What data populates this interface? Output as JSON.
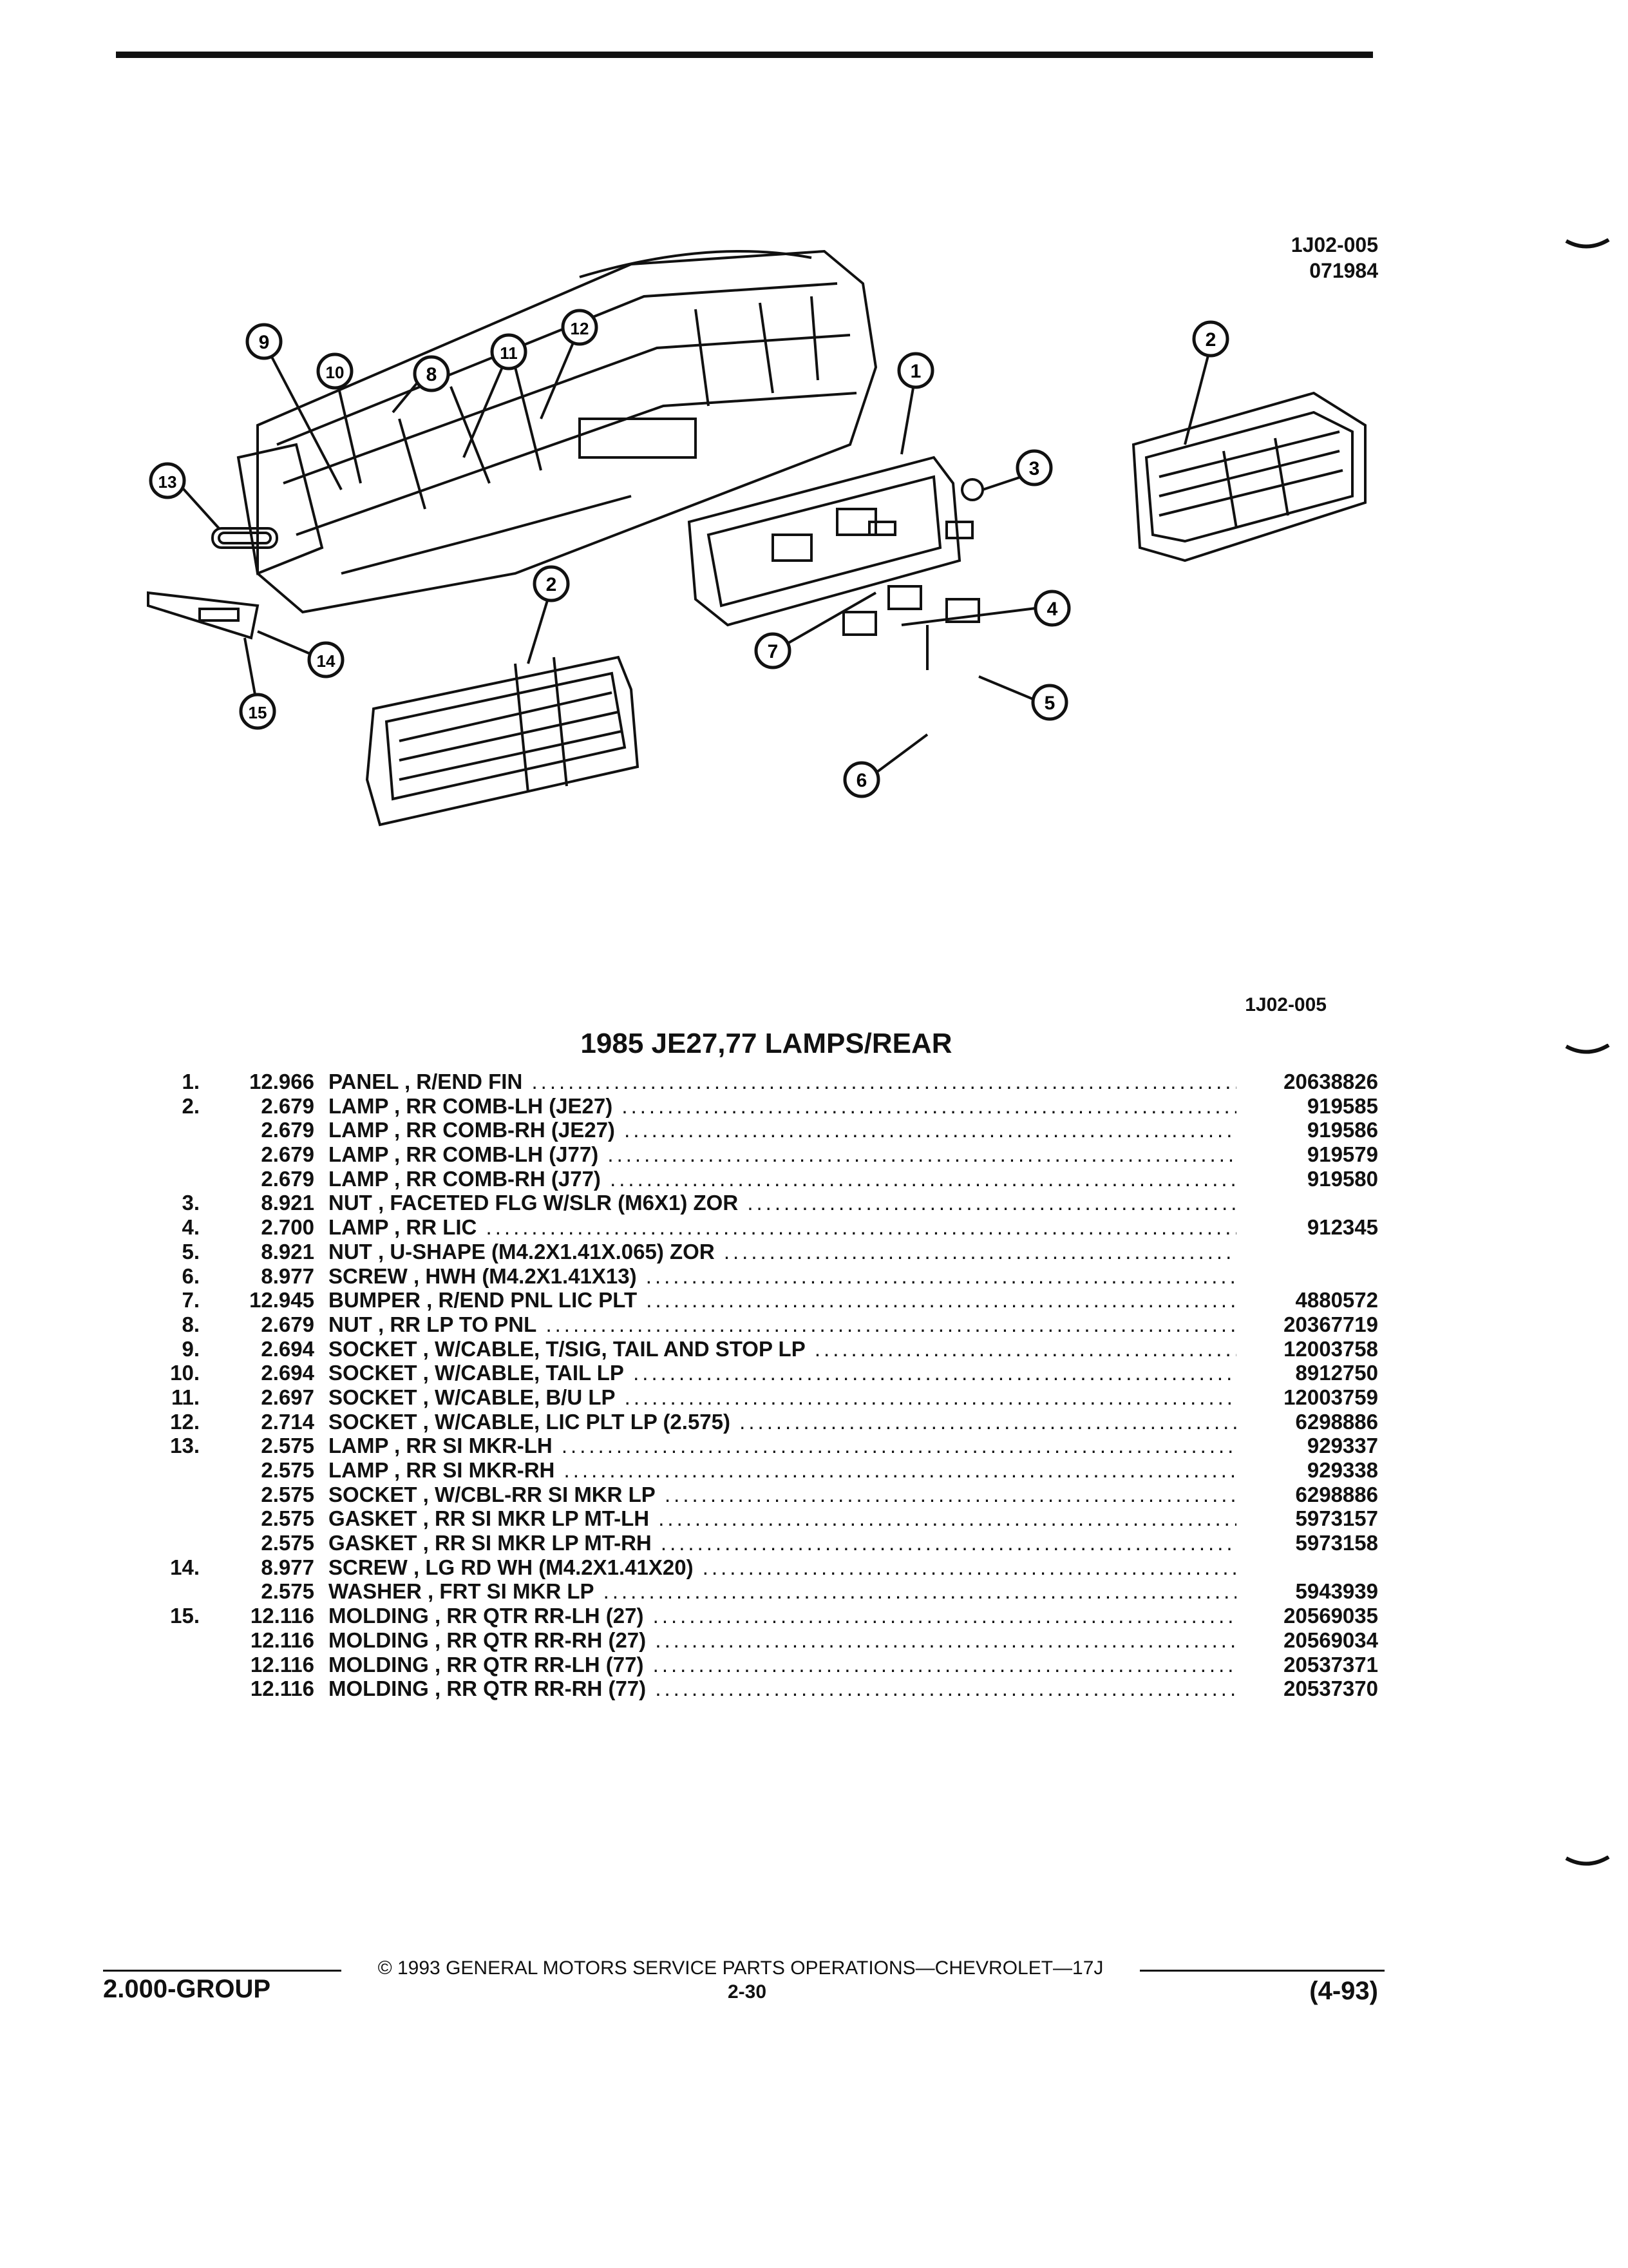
{
  "page": {
    "figure_id": "1J02-005",
    "figure_date": "071984",
    "figure_id_bottom": "1J02-005",
    "title": "1985 JE27,77 LAMPS/REAR"
  },
  "callouts": [
    "1",
    "2",
    "3",
    "4",
    "5",
    "6",
    "7",
    "8",
    "9",
    "10",
    "11",
    "12",
    "13",
    "14",
    "15",
    "2"
  ],
  "parts": [
    {
      "item": "1.",
      "group": "12.966",
      "desc": "PANEL , R/END FIN",
      "pn": "20638826"
    },
    {
      "item": "2.",
      "group": "2.679",
      "desc": "LAMP , RR COMB-LH (JE27)",
      "pn": "919585"
    },
    {
      "item": "",
      "group": "2.679",
      "desc": "LAMP , RR COMB-RH (JE27)",
      "pn": "919586"
    },
    {
      "item": "",
      "group": "2.679",
      "desc": "LAMP , RR COMB-LH (J77)",
      "pn": "919579"
    },
    {
      "item": "",
      "group": "2.679",
      "desc": "LAMP , RR COMB-RH (J77)",
      "pn": "919580"
    },
    {
      "item": "3.",
      "group": "8.921",
      "desc": "NUT , FACETED FLG W/SLR (M6X1) ZOR",
      "pn": ""
    },
    {
      "item": "4.",
      "group": "2.700",
      "desc": "LAMP , RR LIC",
      "pn": "912345"
    },
    {
      "item": "5.",
      "group": "8.921",
      "desc": "NUT , U-SHAPE (M4.2X1.41X.065) ZOR",
      "pn": ""
    },
    {
      "item": "6.",
      "group": "8.977",
      "desc": "SCREW , HWH (M4.2X1.41X13)",
      "pn": ""
    },
    {
      "item": "7.",
      "group": "12.945",
      "desc": "BUMPER , R/END PNL LIC PLT",
      "pn": "4880572"
    },
    {
      "item": "8.",
      "group": "2.679",
      "desc": "NUT , RR LP TO PNL",
      "pn": "20367719"
    },
    {
      "item": "9.",
      "group": "2.694",
      "desc": "SOCKET , W/CABLE, T/SIG, TAIL AND STOP LP",
      "pn": "12003758"
    },
    {
      "item": "10.",
      "group": "2.694",
      "desc": "SOCKET , W/CABLE, TAIL LP",
      "pn": "8912750"
    },
    {
      "item": "11.",
      "group": "2.697",
      "desc": "SOCKET , W/CABLE, B/U LP",
      "pn": "12003759"
    },
    {
      "item": "12.",
      "group": "2.714",
      "desc": "SOCKET , W/CABLE, LIC PLT LP (2.575)",
      "pn": "6298886"
    },
    {
      "item": "13.",
      "group": "2.575",
      "desc": "LAMP , RR SI MKR-LH",
      "pn": "929337"
    },
    {
      "item": "",
      "group": "2.575",
      "desc": "LAMP , RR SI MKR-RH",
      "pn": "929338"
    },
    {
      "item": "",
      "group": "2.575",
      "desc": "SOCKET , W/CBL-RR SI MKR LP",
      "pn": "6298886"
    },
    {
      "item": "",
      "group": "2.575",
      "desc": "GASKET , RR SI MKR LP MT-LH",
      "pn": "5973157"
    },
    {
      "item": "",
      "group": "2.575",
      "desc": "GASKET , RR SI MKR LP MT-RH",
      "pn": "5973158"
    },
    {
      "item": "14.",
      "group": "8.977",
      "desc": "SCREW , LG RD WH (M4.2X1.41X20)",
      "pn": ""
    },
    {
      "item": "",
      "group": "2.575",
      "desc": "WASHER , FRT SI MKR LP",
      "pn": "5943939"
    },
    {
      "item": "15.",
      "group": "12.116",
      "desc": "MOLDING , RR QTR RR-LH (27)",
      "pn": "20569035"
    },
    {
      "item": "",
      "group": "12.116",
      "desc": "MOLDING , RR QTR RR-RH (27)",
      "pn": "20569034"
    },
    {
      "item": "",
      "group": "12.116",
      "desc": "MOLDING , RR QTR RR-LH (77)",
      "pn": "20537371"
    },
    {
      "item": "",
      "group": "12.116",
      "desc": "MOLDING , RR QTR RR-RH (77)",
      "pn": "20537370"
    }
  ],
  "footer": {
    "copyright": "© 1993 GENERAL MOTORS SERVICE PARTS OPERATIONS—CHEVROLET—17J",
    "group": "2.000-GROUP",
    "page_number": "2-30",
    "date_code": "(4-93)"
  }
}
